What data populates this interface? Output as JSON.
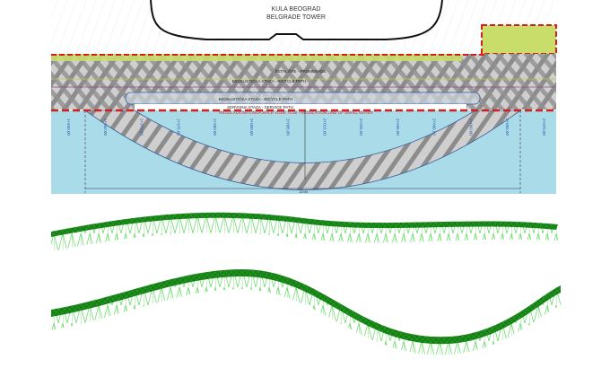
{
  "plan": {
    "tower_name_local": "KULA BEOGRAD",
    "tower_name_en": "BELGRADE TOWER",
    "promenade": "ŠETALIŠTE - PROMENADE",
    "bicycle_path_upper": "BICIKLISTIČKA STAZA - BICYCLE PATH",
    "bicycle_path_lower": "BICIKLISTIČKA STAZA - BICYCLE PATH",
    "service_path": "SERVISNA STAZA - SERVICE PATH",
    "regulation_line": "REGULACIONA LINIJA MALE VODE 70.50 - REGULATION LINE OF SMALL WATER",
    "stations": [
      "1+940.00",
      "1+960.00",
      "1+970.00",
      "1+975.00",
      "1+990.00",
      "2+000.00",
      "2+005.00",
      "2+015.00",
      "2+025.00",
      "2+035.00",
      "2+045.00",
      "2+060.00",
      "2+065.00",
      "2+070.00"
    ],
    "span_label": "120M"
  },
  "colors": {
    "water": "#a9dce8",
    "promenade_green": "#c9dd6a",
    "paving_grey": "#bfbfbf",
    "regulation_red": "#d0201d",
    "model_green": "#1f9e1f",
    "truss_green": "#7be07b"
  }
}
